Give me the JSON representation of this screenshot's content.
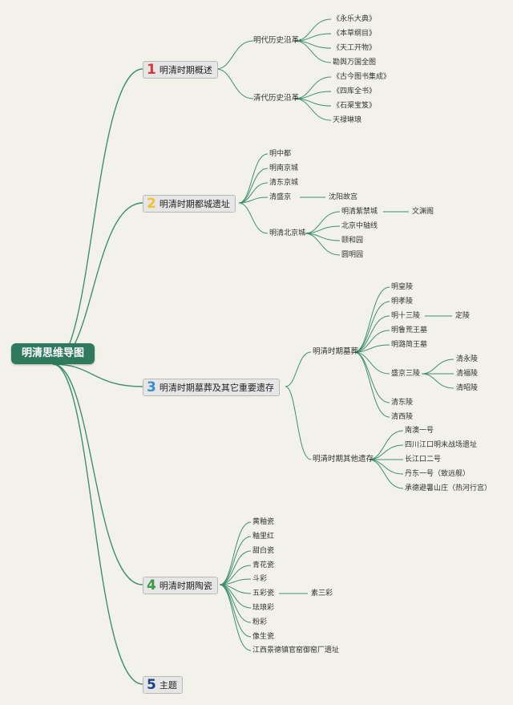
{
  "root": "明清思维导图",
  "branches": [
    {
      "num": "1",
      "color": "#d6393c",
      "label": "明清时期概述",
      "children": [
        {
          "label": "明代历史沿革·",
          "children": [
            "《永乐大典》",
            "《本草纲目》",
            "《天工开物》",
            "勘舆万国全图"
          ]
        },
        {
          "label": "清代历史沿革",
          "children": [
            "《古今图书集成》",
            "《四库全书》",
            "《石渠宝笈》",
            "天禄琳琅"
          ]
        }
      ]
    },
    {
      "num": "2",
      "color": "#f2c230",
      "label": "明清时期都城遗址",
      "children": [
        {
          "label": "明中都"
        },
        {
          "label": "明南京城"
        },
        {
          "label": "清东京城"
        },
        {
          "label": "清盛京",
          "children": [
            "沈阳故宫"
          ]
        },
        {
          "label": "明清北京城",
          "children": [
            "明清紫禁城",
            "北京中轴线",
            "颐和园",
            "圆明园"
          ],
          "extra": "文渊阁"
        }
      ]
    },
    {
      "num": "3",
      "color": "#3a8ed0",
      "label": "明清时期墓葬及其它重要遗存",
      "children": [
        {
          "label": "明清时期墓葬",
          "children": [
            "明皇陵",
            "明孝陵",
            "明十三陵",
            "明鲁荒王墓",
            "明潞简王墓",
            "盛京三陵",
            "清东陵",
            "清西陵"
          ],
          "extra13": "定陵",
          "sanling": [
            "清永陵",
            "清福陵",
            "清昭陵"
          ]
        },
        {
          "label": "明清时期其他遗存",
          "children": [
            "南澳一号",
            "四川江口明末战场遗址",
            "长江口二号",
            "丹东一号（致远舰）",
            "承德避暑山庄（热河行宫）"
          ]
        }
      ]
    },
    {
      "num": "4",
      "color": "#3f9a48",
      "label": "明清时期陶瓷",
      "children": [
        "黄釉瓷",
        "釉里红",
        "甜白瓷",
        "青花瓷",
        "斗彩",
        "五彩瓷",
        "珐琅彩",
        "粉彩",
        "像生瓷",
        "江西景德镇官窑御窑厂遗址"
      ],
      "extra": "素三彩"
    },
    {
      "num": "5",
      "color": "#1e3f8a",
      "label": "主题",
      "children": []
    }
  ],
  "colors": {
    "link": "#3f8f72",
    "root_bg": "#2f7a5e"
  }
}
